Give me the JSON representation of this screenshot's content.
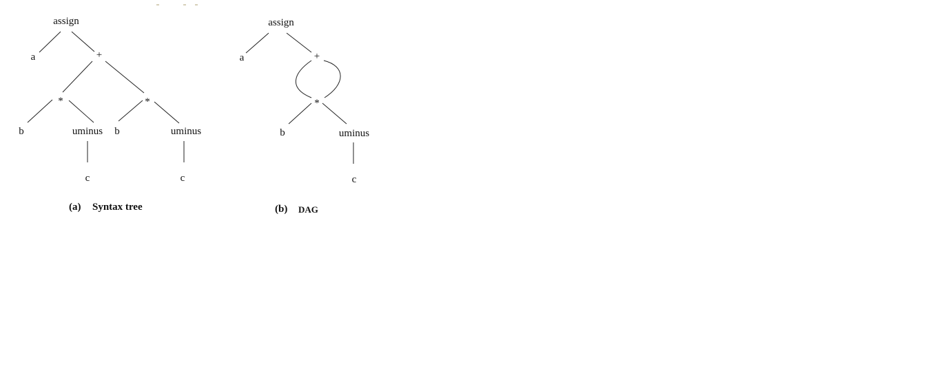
{
  "syntax_tree": {
    "nodes": {
      "assign": "assign",
      "a": "a",
      "plus": "+",
      "mul_left": "*",
      "mul_right": "*",
      "b_left": "b",
      "uminus_left": "uminus",
      "b_right": "b",
      "uminus_right": "uminus",
      "c_left": "c",
      "c_right": "c"
    },
    "caption": {
      "tag": "(a)",
      "title": "Syntax tree"
    }
  },
  "dag": {
    "nodes": {
      "assign": "assign",
      "a": "a",
      "plus": "+",
      "mul": "*",
      "b": "b",
      "uminus": "uminus",
      "c": "c"
    },
    "caption": {
      "tag": "(b)",
      "title": "DAG"
    }
  }
}
